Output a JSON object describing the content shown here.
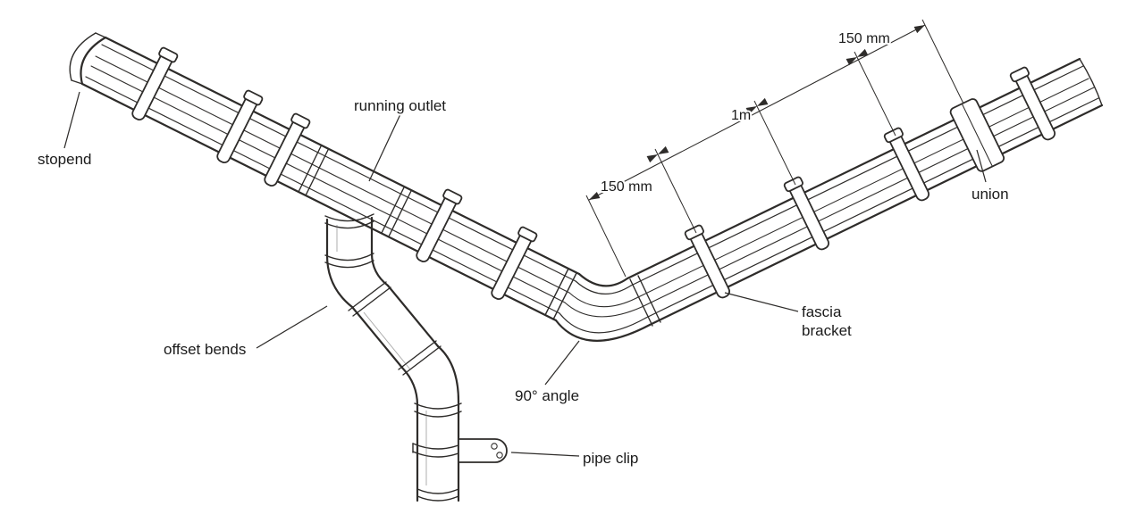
{
  "figure": {
    "background": "#ffffff",
    "line_color": "#2e2c2a"
  },
  "labels": {
    "stopend": "stopend",
    "running_outlet": "running outlet",
    "offset_bends": "offset bends",
    "angle_90": "90° angle",
    "pipe_clip": "pipe clip",
    "fascia_line1": "fascia",
    "fascia_line2": "bracket",
    "union": "union"
  },
  "dimensions": {
    "left_150": "150 mm",
    "spacing_1m": "1m",
    "right_150": "150 mm"
  }
}
